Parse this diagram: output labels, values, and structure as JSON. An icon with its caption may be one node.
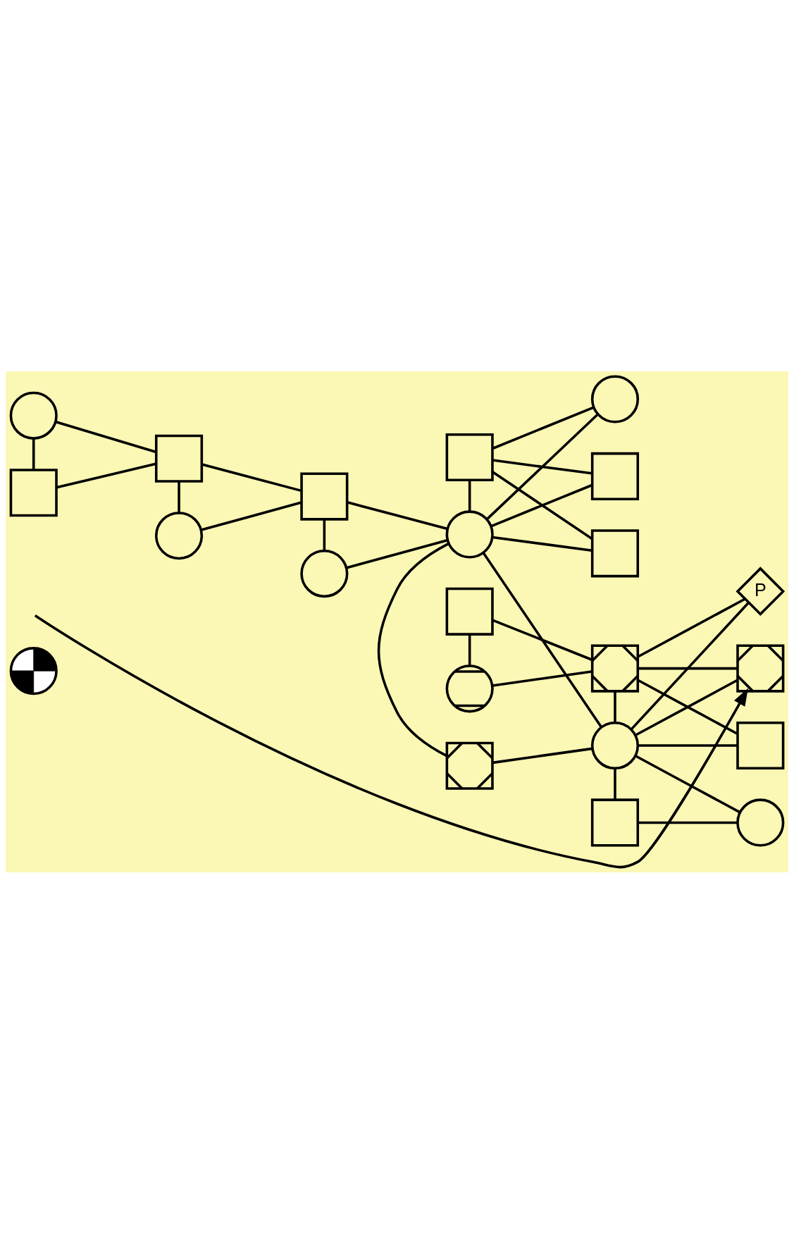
{
  "diagram": {
    "nodes": [
      {
        "text": [],
        "shape": "circle"
      },
      {
        "text": [],
        "shape": "circle"
      },
      {
        "text": [],
        "shape": "box"
      },
      {
        "text": [],
        "shape": "box"
      },
      {
        "text": [],
        "shape": "circle"
      },
      {
        "text": [],
        "shape": "box"
      },
      {
        "text": [],
        "shape": "circle"
      },
      {
        "text": [],
        "shape": "box"
      },
      {
        "text": [],
        "shape": "box"
      },
      {
        "text": [],
        "shape": "circle"
      },
      {
        "text": [],
        "shape": "circle"
      },
      {
        "text": [],
        "shape": "box"
      },
      {
        "text": [],
        "shape": "circle"
      },
      {
        "text": [],
        "shape": "box"
      },
      {
        "text": [],
        "shape": "box"
      },
      {
        "text": [],
        "shape": "box"
      },
      {
        "text": [],
        "shape": "circle"
      },
      {
        "text": [],
        "shape": "box"
      },
      {
        "text": [
          "P"
        ]
      },
      {
        "text": [],
        "shape": "box"
      },
      {
        "text": [],
        "shape": "box"
      },
      {
        "text": [],
        "shape": "circle"
      }
    ],
    "edges": [
      {
        "from": 1,
        "to": 2,
        "arrow": "none"
      },
      {
        "from": 1,
        "to": 3,
        "arrow": "none"
      },
      {
        "from": 2,
        "to": 3,
        "arrow": "none"
      },
      {
        "from": 3,
        "to": 4,
        "arrow": "none"
      },
      {
        "from": 3,
        "to": 5,
        "arrow": "none"
      },
      {
        "from": 4,
        "to": 5,
        "arrow": "none"
      },
      {
        "from": 5,
        "to": 6,
        "arrow": "none"
      },
      {
        "from": 5,
        "to": 10,
        "arrow": "none"
      },
      {
        "from": 6,
        "to": 10,
        "arrow": "none"
      },
      {
        "from": 7,
        "to": 10,
        "arrow": "none"
      },
      {
        "from": 7,
        "to": 12,
        "arrow": "none"
      },
      {
        "from": 7,
        "to": 13,
        "arrow": "none"
      },
      {
        "from": 7,
        "to": 14,
        "arrow": "none"
      },
      {
        "from": 10,
        "to": 12,
        "arrow": "none"
      },
      {
        "from": 10,
        "to": 13,
        "arrow": "none"
      },
      {
        "from": 10,
        "to": 14,
        "arrow": "none"
      },
      {
        "from": 8,
        "to": 9,
        "arrow": "none"
      },
      {
        "from": 8,
        "to": 15,
        "arrow": "none"
      },
      {
        "from": 9,
        "to": 15,
        "arrow": "none"
      },
      {
        "from": 10,
        "to": 11,
        "arrow": "none"
      },
      {
        "from": 10,
        "to": 16,
        "arrow": "none"
      },
      {
        "from": 11,
        "to": 16,
        "arrow": "none"
      },
      {
        "from": 15,
        "to": 16,
        "arrow": "none"
      },
      {
        "from": 15,
        "to": 18,
        "arrow": "none"
      },
      {
        "from": 15,
        "to": 19,
        "arrow": "none"
      },
      {
        "from": 15,
        "to": 20,
        "arrow": "none"
      },
      {
        "from": 16,
        "to": 18,
        "arrow": "none"
      },
      {
        "from": 16,
        "to": 19,
        "arrow": "none"
      },
      {
        "from": 16,
        "to": 20,
        "arrow": "none"
      },
      {
        "from": 16,
        "to": 17,
        "arrow": "none"
      },
      {
        "from": 16,
        "to": 21,
        "arrow": "none"
      },
      {
        "from": 17,
        "to": 21,
        "arrow": "none"
      },
      {
        "from": null,
        "to": 19,
        "arrow": "to"
      }
    ]
  }
}
